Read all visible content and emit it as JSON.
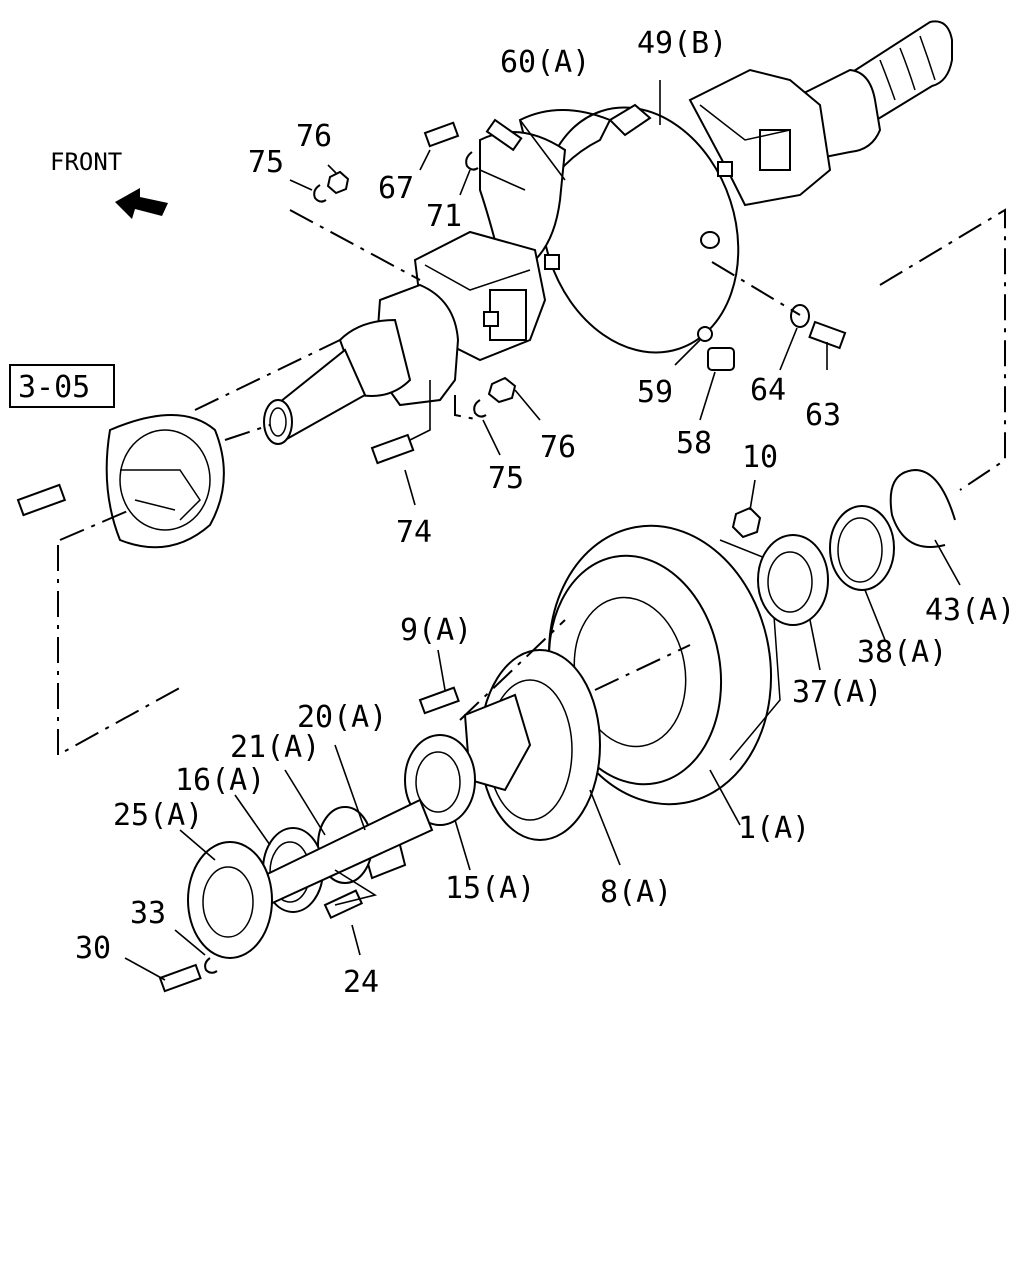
{
  "front_label": "FRONT",
  "ref_box": "3-05",
  "callouts": [
    {
      "id": "c60",
      "text": "60(A)"
    },
    {
      "id": "c49",
      "text": "49(B)"
    },
    {
      "id": "c76a",
      "text": "76"
    },
    {
      "id": "c75a",
      "text": "75"
    },
    {
      "id": "c67",
      "text": "67"
    },
    {
      "id": "c71",
      "text": "71"
    },
    {
      "id": "c59",
      "text": "59"
    },
    {
      "id": "c64",
      "text": "64"
    },
    {
      "id": "c63",
      "text": "63"
    },
    {
      "id": "c58",
      "text": "58"
    },
    {
      "id": "c76b",
      "text": "76"
    },
    {
      "id": "c75b",
      "text": "75"
    },
    {
      "id": "c74",
      "text": "74"
    },
    {
      "id": "c10",
      "text": "10"
    },
    {
      "id": "c43",
      "text": "43(A)"
    },
    {
      "id": "c9",
      "text": "9(A)"
    },
    {
      "id": "c38",
      "text": "38(A)"
    },
    {
      "id": "c37",
      "text": "37(A)"
    },
    {
      "id": "c20",
      "text": "20(A)"
    },
    {
      "id": "c21",
      "text": "21(A)"
    },
    {
      "id": "c16",
      "text": "16(A)"
    },
    {
      "id": "c25",
      "text": "25(A)"
    },
    {
      "id": "c1",
      "text": "1(A)"
    },
    {
      "id": "c15",
      "text": "15(A)"
    },
    {
      "id": "c8",
      "text": "8(A)"
    },
    {
      "id": "c33",
      "text": "33"
    },
    {
      "id": "c30",
      "text": "30"
    },
    {
      "id": "c24",
      "text": "24"
    }
  ]
}
